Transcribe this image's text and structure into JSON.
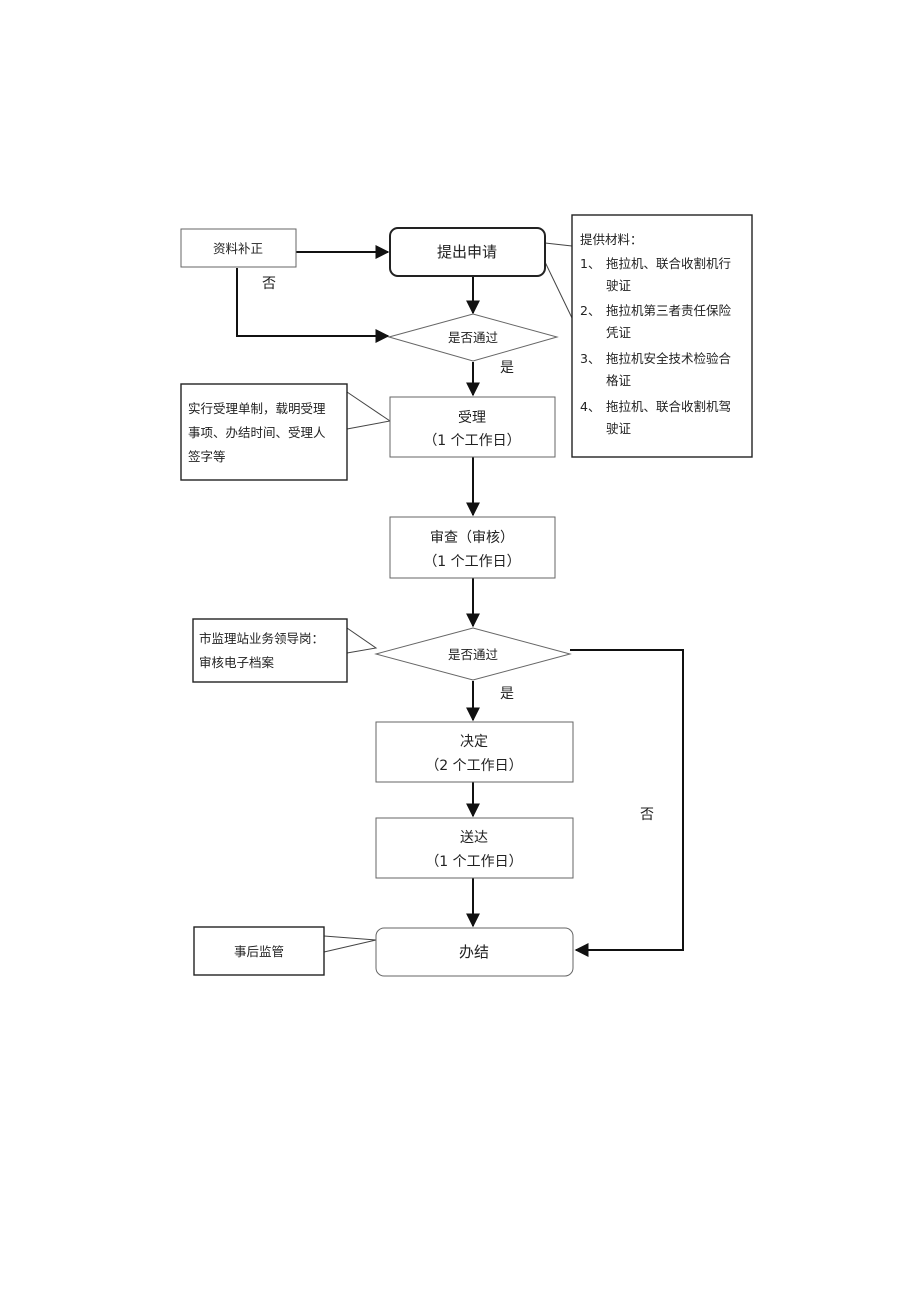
{
  "nodes": {
    "supplement": "资料补正",
    "apply": "提出申请",
    "check1": "是否通过",
    "accept": {
      "title": "受理",
      "time": "（1 个工作日）"
    },
    "review": {
      "title": "审查（审核）",
      "time": "（1 个工作日）"
    },
    "check2": "是否通过",
    "decide": {
      "title": "决定",
      "time": "（2 个工作日）"
    },
    "deliver": {
      "title": "送达",
      "time": "（1 个工作日）"
    },
    "finish": "办结"
  },
  "edge_labels": {
    "no_top": "否",
    "yes_1": "是",
    "yes_2": "是",
    "no_right": "否"
  },
  "notes": {
    "materials": {
      "title": "提供材料：",
      "items": [
        {
          "num": "1、",
          "lines": [
            "拖拉机、联合收割机行",
            "驶证"
          ]
        },
        {
          "num": "2、",
          "lines": [
            "拖拉机第三者责任保险",
            "凭证"
          ]
        },
        {
          "num": "3、",
          "lines": [
            "拖拉机安全技术检验合",
            "格证"
          ]
        },
        {
          "num": "4、",
          "lines": [
            "拖拉机、联合收割机驾",
            "驶证"
          ]
        }
      ]
    },
    "accept_note": [
      "实行受理单制，载明受理",
      "事项、办结时间、受理人",
      "签字等"
    ],
    "leader_note": [
      "市监理站业务领导岗：",
      "审核电子档案"
    ],
    "supervise_note": "事后监管"
  }
}
